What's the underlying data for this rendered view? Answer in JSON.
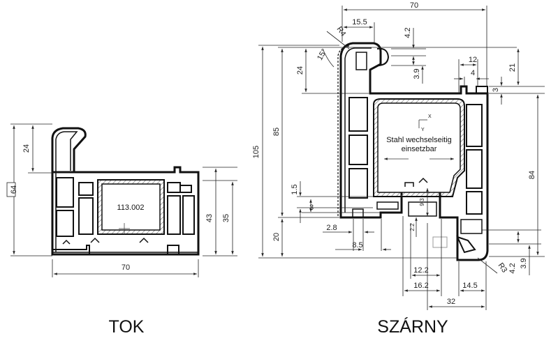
{
  "tok": {
    "caption": "TOK",
    "reinforcement_label": "113.002",
    "dims": {
      "height_total": "64",
      "height_upper": "24",
      "width": "70",
      "height_right_outer": "43",
      "height_right_inner": "35"
    }
  },
  "szarny": {
    "caption": "SZÁRNY",
    "reinforcement_label_line1": "Stahl wechselseitig",
    "reinforcement_label_line2": "einsetzbar",
    "axis_x": "X",
    "axis_y": "Y",
    "dims": {
      "width_top": "70",
      "top_15_5": "15.5",
      "radius_r4": "R4",
      "angle_15": "15°",
      "top_4_2": "4.2",
      "top_3_9": "3.9",
      "right_12": "12",
      "right_4": "4",
      "right_21": "21",
      "right_3": "3",
      "left_24": "24",
      "left_85": "85",
      "left_105": "105",
      "left_1_5": "1.5",
      "left_3": "3",
      "left_20": "20",
      "bottom_2_8": "2.8",
      "bottom_8_5": "8.5",
      "mid_9_3": "9.3",
      "mid_2_2": "2.2",
      "bottom_12_2": "12.2",
      "bottom_16_2": "16.2",
      "bottom_14_5": "14.5",
      "bottom_32": "32",
      "radius_r3": "R3",
      "bottom_right_4_2": "4.2",
      "bottom_right_3_9": "3.9",
      "right_84": "84"
    }
  }
}
